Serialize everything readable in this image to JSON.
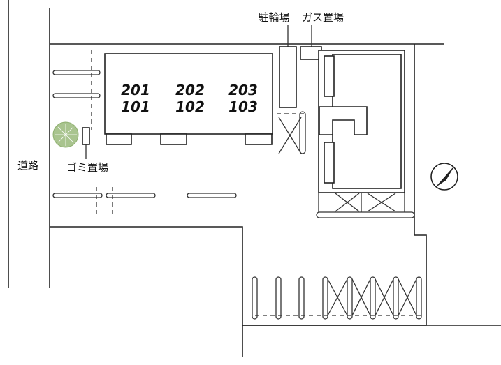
{
  "labels": {
    "bicycle_parking": "駐輪場",
    "gas_storage": "ガス置場",
    "road": "道路",
    "garbage": "ゴミ置場"
  },
  "units": {
    "upper": [
      "201",
      "202",
      "203"
    ],
    "lower": [
      "101",
      "102",
      "103"
    ]
  },
  "icons": {
    "tree": "tree-icon",
    "compass": "north-arrow-icon"
  },
  "colors": {
    "tree": "#a9c48f",
    "line": "#222222"
  }
}
